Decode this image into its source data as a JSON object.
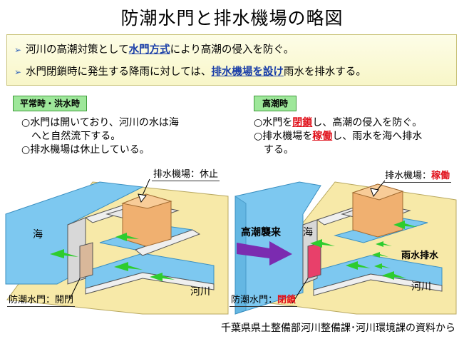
{
  "title": "防潮水門と排水機場の略図",
  "bullets": [
    {
      "before": "河川の高潮対策として",
      "emphasis": "水門方式",
      "after": "により高潮の侵入を防ぐ。"
    },
    {
      "before": "水門閉鎖時に発生する降雨に対しては、",
      "emphasis": "排水機場を設け",
      "after": "雨水を排水する。"
    }
  ],
  "normal": {
    "label": "平常時・洪水時",
    "desc": [
      {
        "line1": "○水門は開いており、河川の水は海",
        "line2": "　へと自然流下する。"
      },
      {
        "line1": "○排水機場は休止している。",
        "line2": ""
      }
    ],
    "pump_label": "排水機場：",
    "pump_state": "休止",
    "gate_label": "防潮水門：",
    "gate_state": "開門",
    "sea_label": "海",
    "river_label": "河川"
  },
  "tide": {
    "label": "高潮時",
    "desc1_a": "○水門を",
    "desc1_b": "閉鎖",
    "desc1_c": "し、高潮の侵入を防ぐ。",
    "desc2_a": "○排水機場を",
    "desc2_b": "稼働",
    "desc2_c": "し、雨水を海へ排水",
    "desc2_d": "　する。",
    "pump_label": "排水機場：",
    "pump_state": "稼働",
    "gate_label": "防潮水門：",
    "gate_state": "閉鎖",
    "sea_label": "海",
    "river_label": "河川",
    "surge_label": "高潮襲来",
    "rain_label": "雨水排水"
  },
  "source": "千葉県県土整備部河川整備課･河川環境課の資料から",
  "colors": {
    "water": "#7dc8f0",
    "land": "#f7e9a8",
    "pump": "#f0b070",
    "arrow_green": "#2ecc2e",
    "surge": "#7b2bb0",
    "gate": "#e8406a",
    "red_text": "#e0101a"
  }
}
